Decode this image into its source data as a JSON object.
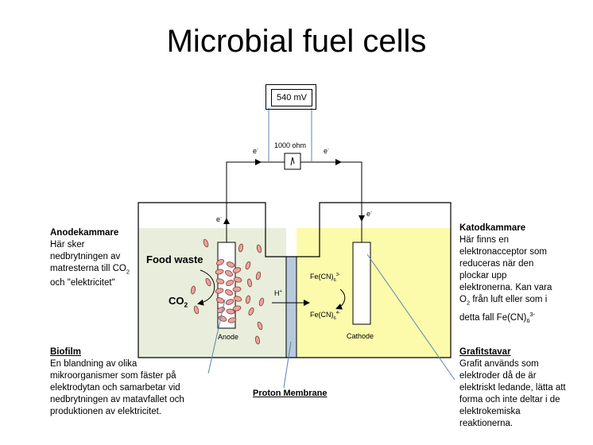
{
  "title": "Microbial fuel cells",
  "meter": {
    "reading": "540 mV",
    "resistor": "1000 ohm"
  },
  "electron_labels": {
    "left": "e",
    "right": "e",
    "anode_up": "e",
    "cathode_down": "e",
    "sup": "-"
  },
  "anode_chamber": {
    "heading": "Anodekammare",
    "lines": [
      "Här sker",
      "nedbrytningen  av",
      "matresterna till CO",
      "och \"elektricitet\""
    ],
    "co2_sub": "2"
  },
  "cathode_chamber": {
    "heading": "Katodkammare",
    "lines": [
      "Här finns en",
      "elektronacceptor  som",
      "reduceras när den",
      "plockar upp",
      "elektronerna.  Kan vara",
      "O",
      "från luft eller som i",
      "detta fall Fe(CN)"
    ],
    "sub2": "2",
    "fe_sub": "6",
    "fe_sup": "3-"
  },
  "biofilm": {
    "heading": "Biofilm",
    "lines": [
      "En blandning av olika",
      "mikroorganismer  som fäster på",
      "elektrodytan och  samarbetar vid",
      "nedbrytningen  av matavfallet och",
      "produktionen  av elektricitet."
    ]
  },
  "graphite": {
    "heading": "Grafitstavar",
    "lines": [
      "Grafit används som",
      "elektroder då de är",
      "elektriskt ledande, lätta att",
      "forma och inte deltar i de",
      "elektrokemiska",
      "reaktionerna."
    ]
  },
  "membrane_label": "Proton Membrane",
  "food_waste": "Food waste",
  "co2": {
    "text": "CO",
    "sub": "2"
  },
  "anode_label": "Anode",
  "cathode_label": "Cathode",
  "proton": {
    "text": "H",
    "sup": "+"
  },
  "ferri": {
    "text": "Fe(CN)",
    "sub": "6",
    "sup": "3-"
  },
  "ferro": {
    "text": "Fe(CN)",
    "sub": "6",
    "sup": "4-"
  },
  "colors": {
    "anode_fill": "#e8eedb",
    "cathode_fill": "#fcfbab",
    "membrane": "#b7c9dc",
    "bacteria": "#e7a49f",
    "bacteria_stroke": "#8a3a34",
    "pointer": "#5b84b1"
  }
}
